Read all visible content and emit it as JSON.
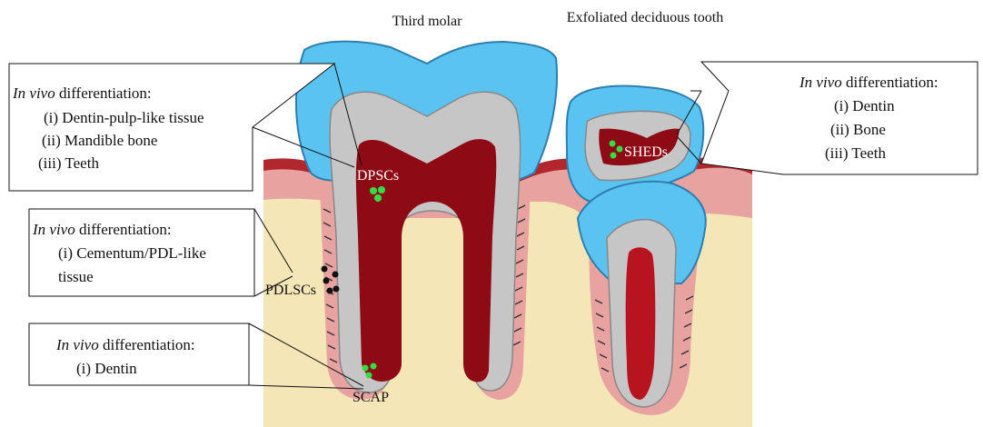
{
  "titles": {
    "third_molar": "Third molar",
    "deciduous": "Exfoliated deciduous tooth"
  },
  "cells": {
    "dpsc": "DPSCs",
    "shed": "SHEDs",
    "pdlsc": "PDLSCs",
    "scap": "SCAP"
  },
  "callouts": {
    "dpsc": {
      "title_italic": "In vivo",
      "title_rest": " differentiation:",
      "items": [
        "(i) Dentin-pulp-like tissue",
        "(ii) Mandible bone",
        "(iii) Teeth"
      ]
    },
    "shed": {
      "title_italic": "In vivo",
      "title_rest": " differentiation:",
      "items": [
        "(i) Dentin",
        "(ii) Bone",
        "(iii) Teeth"
      ]
    },
    "pdlsc": {
      "title_italic": "In vivo",
      "title_rest": " differentiation:",
      "items": [
        "(i) Cementum/PDL-like",
        "tissue"
      ]
    },
    "scap": {
      "title_italic": "In vivo",
      "title_rest": " differentiation:",
      "items": [
        "(i) Dentin"
      ]
    }
  },
  "colors": {
    "bone": "#f5e6b8",
    "gingiva": "#e8a2a0",
    "gingiva_dark": "#b2272e",
    "enamel": "#5bc3f0",
    "dentin": "#c6c6c6",
    "pulp": "#8e0a14",
    "stem_cell": "#33dd44"
  }
}
